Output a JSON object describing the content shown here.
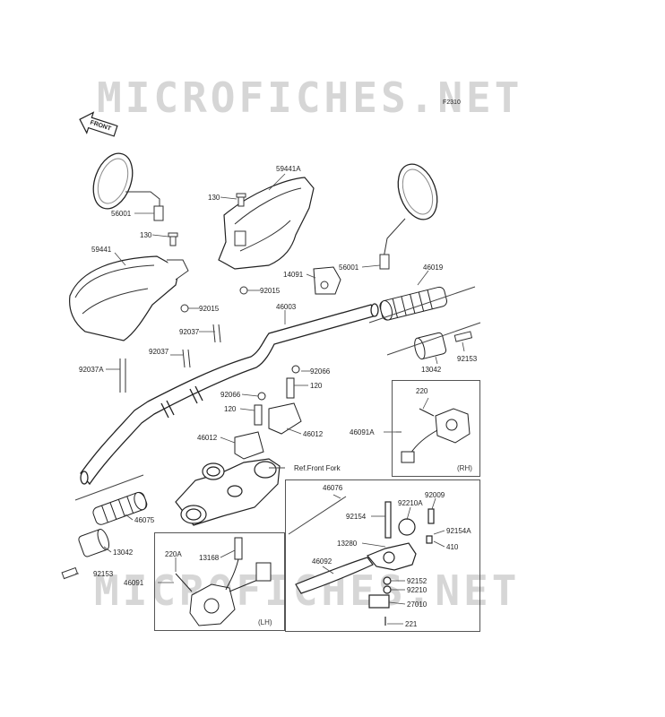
{
  "watermark_text": "MICROFICHES.NET",
  "figure_code": "F2310",
  "front_label": "FRONT",
  "box_tags": {
    "rh": "(RH)",
    "lh": "(LH)"
  },
  "reference_note": "Ref.Front Fork",
  "parts": {
    "p56001_left": "56001",
    "p56001_right": "56001",
    "p59441A": "59441A",
    "p130_a": "130",
    "p130_b": "130",
    "p59441": "59441",
    "p14091": "14091",
    "p92015_a": "92015",
    "p92015_b": "92015",
    "p46019": "46019",
    "p46003": "46003",
    "p92037_a": "92037",
    "p92037_b": "92037",
    "p92037A": "92037A",
    "p13042_a": "13042",
    "p13042_b": "13042",
    "p92153_a": "92153",
    "p92153_b": "92153",
    "p92066_a": "92066",
    "p92066_b": "92066",
    "p120_a": "120",
    "p120_b": "120",
    "p46012_a": "46012",
    "p46012_b": "46012",
    "p220": "220",
    "p46091A": "46091A",
    "p46076": "46076",
    "p92009": "92009",
    "p92210A": "92210A",
    "p92154": "92154",
    "p92154A": "92154A",
    "p13280": "13280",
    "p410": "410",
    "p46092": "46092",
    "p92152": "92152",
    "p92210": "92210",
    "p27010": "27010",
    "p221": "221",
    "p46075": "46075",
    "p220A": "220A",
    "p13168": "13168",
    "p46091": "46091"
  }
}
